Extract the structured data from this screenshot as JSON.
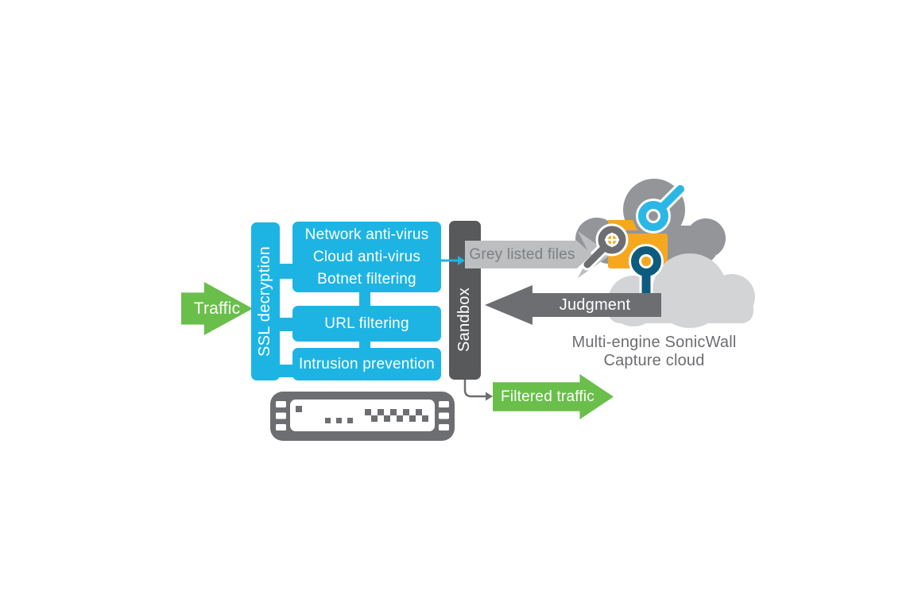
{
  "diagram": {
    "title_hidden": "",
    "traffic_arrow": {
      "label": "Traffic"
    },
    "ssl_bar": {
      "label": "SSL decryption"
    },
    "filter_stack": {
      "box1_lines": [
        "Network anti-virus",
        "Cloud anti-virus",
        "Botnet filtering"
      ],
      "box2_label": "URL filtering",
      "box3_label": "Intrusion prevention"
    },
    "sandbox_bar": {
      "label": "Sandbox"
    },
    "grey_listed_arrow": {
      "label": "Grey listed files"
    },
    "judgment_arrow": {
      "label": "Judgment"
    },
    "filtered_arrow": {
      "label": "Filtered traffic"
    },
    "capture_cloud": {
      "caption_lines": [
        "Multi-engine SonicWall",
        "Capture cloud"
      ],
      "icons": [
        "cloud-dark-icon",
        "cloud-light-icon",
        "folder-icon",
        "magnifier-grey-icon",
        "magnifier-cyan-icon",
        "magnifier-teal-icon"
      ]
    },
    "appliance": {
      "icon": "firewall-appliance-icon"
    },
    "colors": {
      "blue": "#1db4e4",
      "green": "#6abf4b",
      "dark_grey": "#6d6e71",
      "sandbox_grey": "#58595b",
      "light_grey_arrow": "#bcbec0",
      "grey_arrow_text": "#7d8083",
      "cloud_dark": "#939598",
      "cloud_light": "#d2d4d6",
      "folder_orange": "#f5a81f",
      "magnifier_cyan": "#2bb7e5",
      "magnifier_teal": "#0e5b80",
      "caption_text": "#6d6e71"
    }
  }
}
